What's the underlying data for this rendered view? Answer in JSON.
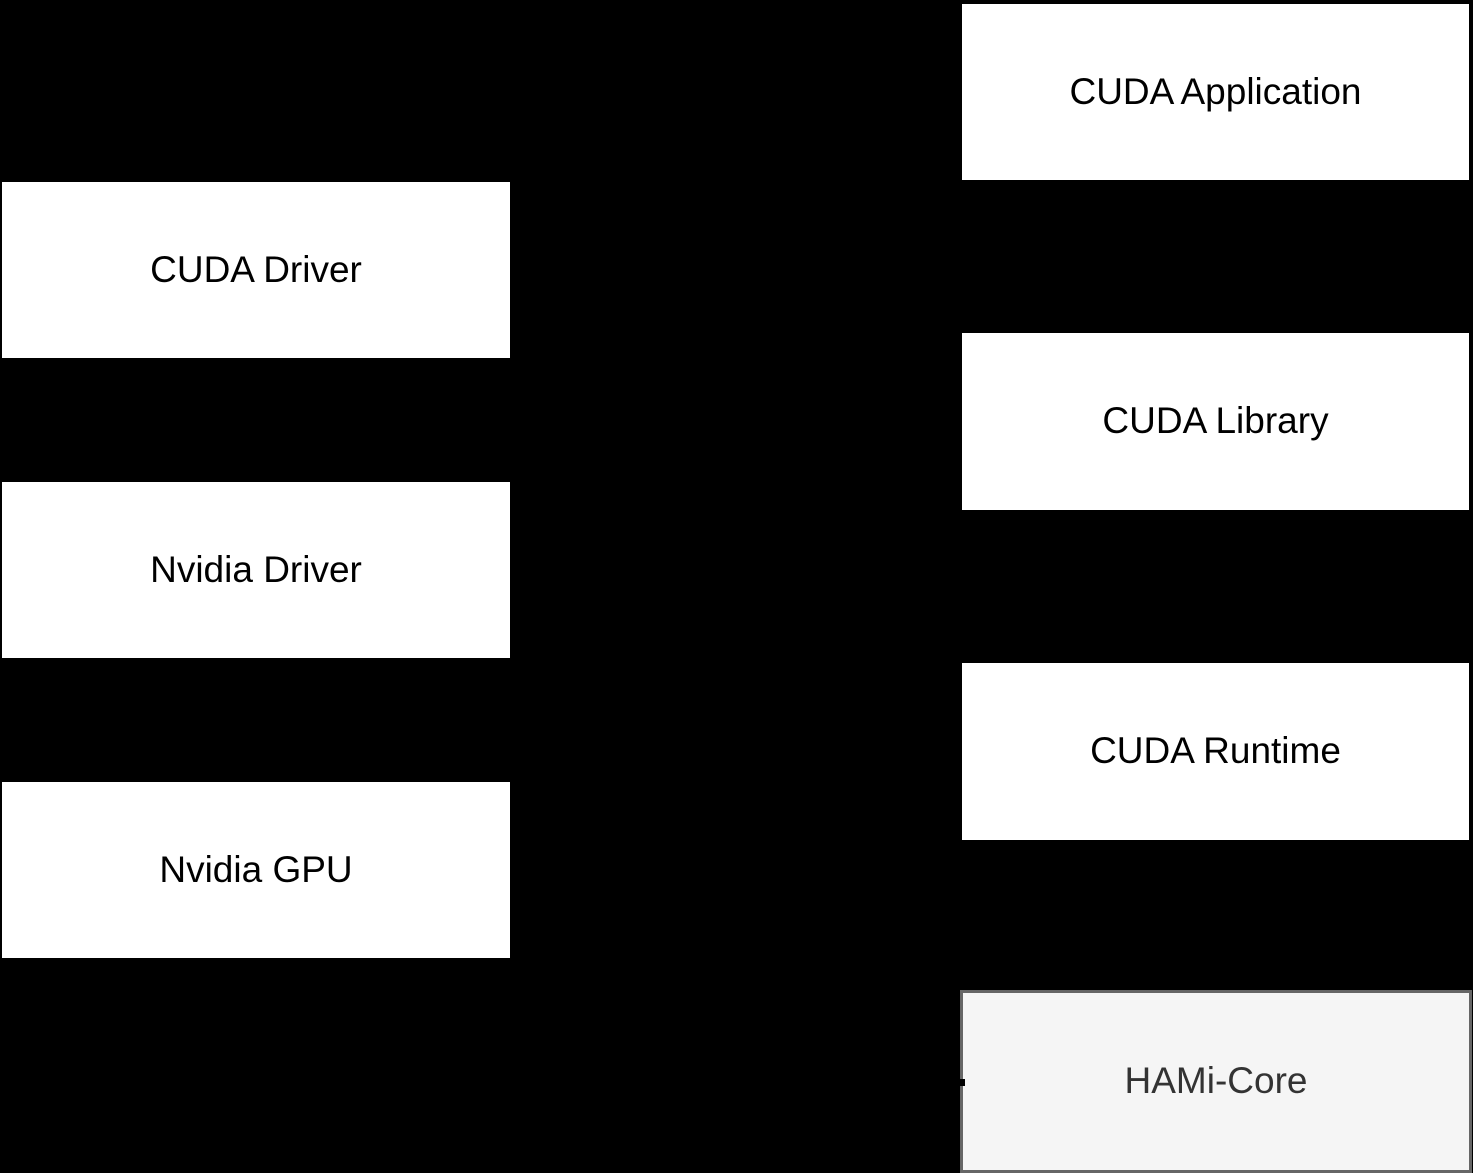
{
  "diagram": {
    "type": "architecture-diagram",
    "description_visible": false
  },
  "nodes": {
    "cuda_application": {
      "label": "CUDA Application"
    },
    "cuda_library": {
      "label": "CUDA Library"
    },
    "cuda_runtime": {
      "label": "CUDA Runtime"
    },
    "hami_core": {
      "label": "HAMi-Core"
    },
    "cuda_driver": {
      "label": "CUDA Driver"
    },
    "nvidia_driver": {
      "label": "Nvidia Driver"
    },
    "nvidia_gpu": {
      "label": "Nvidia GPU"
    }
  },
  "colors": {
    "background": "#000000",
    "node_fill": "#ffffff",
    "node_text": "#000000",
    "hami_fill": "#f5f5f5",
    "hami_border": "#666666",
    "hami_text": "#333333"
  }
}
